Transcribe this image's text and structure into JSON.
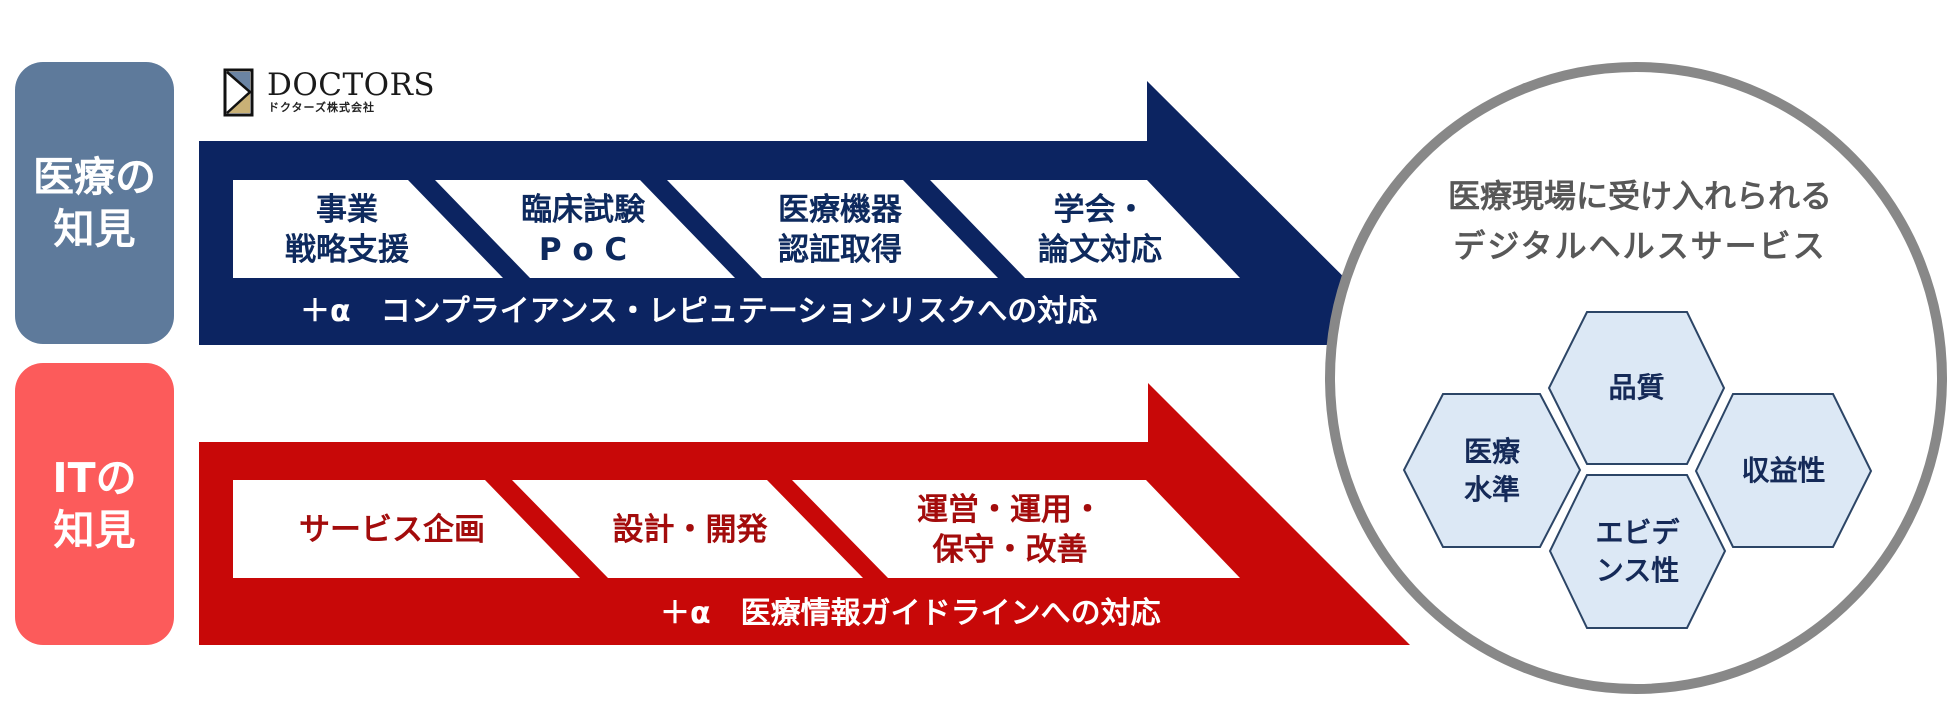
{
  "logo": {
    "name": "DOCTORS",
    "company": "ドクターズ株式会社",
    "colors": {
      "top": "#6b84a3",
      "bottom": "#c9b176",
      "border": "#111111"
    }
  },
  "rows": [
    {
      "id": "medical",
      "label_lines": [
        "医療の",
        "知見"
      ],
      "label_color": "#5e7a9b",
      "band_color": "#0c2461",
      "text_color": "#0e2a5e",
      "steps": [
        {
          "lines": [
            "事業",
            "戦略支援"
          ]
        },
        {
          "lines": [
            "臨床試験",
            "P o C"
          ]
        },
        {
          "lines": [
            "医療機器",
            "認証取得"
          ]
        },
        {
          "lines": [
            "学会・",
            "論文対応"
          ]
        }
      ],
      "plus_alpha": "＋α　コンプライアンス・レピュテーションリスクへの対応"
    },
    {
      "id": "it",
      "label_lines": [
        "ITの",
        "知見"
      ],
      "label_color": "#fc5b5b",
      "band_color": "#c80808",
      "text_color": "#a30c0c",
      "steps": [
        {
          "lines": [
            "サービス企画"
          ]
        },
        {
          "lines": [
            "設計・開発"
          ]
        },
        {
          "lines": [
            "運営・運用・",
            "保守・改善"
          ]
        }
      ],
      "plus_alpha": "＋α　医療情報ガイドラインへの対応"
    }
  ],
  "goal": {
    "title_lines": [
      "医療現場に受け入れられる",
      "デジタルヘルスサービス"
    ],
    "circle_stroke": "#888888",
    "hex_fill": "#dce8f5",
    "hex_stroke": "#2c4566",
    "hexagons": [
      {
        "lines": [
          "品質"
        ]
      },
      {
        "lines": [
          "医療",
          "水準"
        ]
      },
      {
        "lines": [
          "収益性"
        ]
      },
      {
        "lines": [
          "エビデ",
          "ンス性"
        ]
      }
    ]
  }
}
